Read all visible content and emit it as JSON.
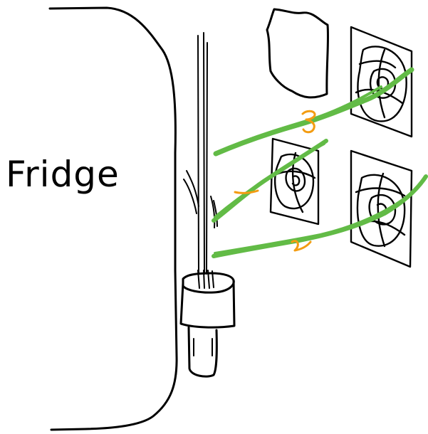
{
  "diagram": {
    "fridge_label": "Fridge",
    "cable_color": "#62bb46",
    "number_color": "#f39c12",
    "fans": [
      {
        "id": "fan-top-right"
      },
      {
        "id": "fan-middle-left"
      },
      {
        "id": "fan-bottom-right"
      }
    ],
    "cable_numbers": [
      "3",
      "1",
      "2"
    ]
  }
}
